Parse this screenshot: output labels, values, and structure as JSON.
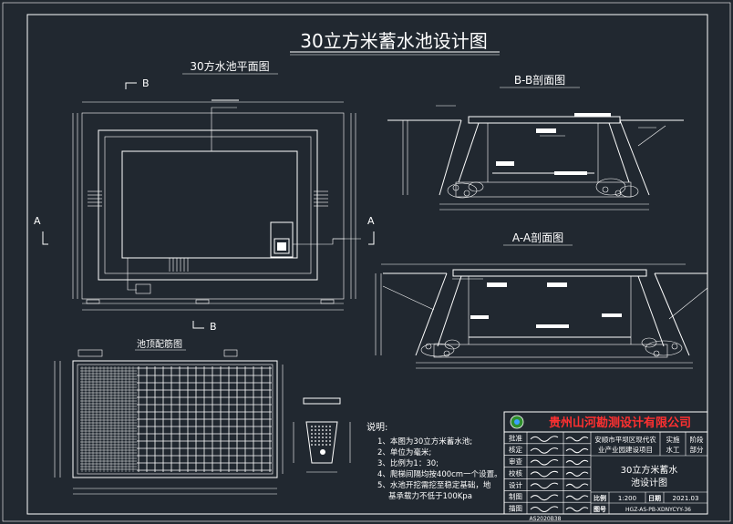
{
  "drawing": {
    "title": "30立方米蓄水池设计图",
    "plan_title": "30方水池平面图",
    "section_bb_title": "B-B剖面图",
    "section_aa_title": "A-A剖面图",
    "cover_title": "池顶配筋图",
    "marker_a": "A",
    "marker_b": "B"
  },
  "notes": {
    "heading": "说明:",
    "items": [
      "1、本图为30立方米蓄水池;",
      "2、单位为毫米;",
      "3、比例为1：30;",
      "4、爬梯间隔均按400cm一个设置。",
      "5、水池开挖需挖至稳定基础，地",
      "基承载力不低于100Kpa"
    ]
  },
  "title_block": {
    "company": "贵州山河勘测设计有限公司",
    "roles": [
      "批准",
      "核定",
      "审查",
      "校核",
      "设计",
      "制图",
      "描图"
    ],
    "project": "安顺市平坝区现代农业产业园建设项目",
    "project_line1": "安顺市平坝区现代农",
    "project_line2": "业产业园建设项目",
    "stage_label": "实施",
    "stage_value": "阶段",
    "spec_label": "水工",
    "spec_value": "部分",
    "drawing_name": "30立方米蓄水池设计图",
    "drawing_name_line1": "30立方米蓄水",
    "drawing_name_line2": "池设计图",
    "scale_label": "比例",
    "scale_value": "1:200",
    "date_label": "日期",
    "date_value": "2021.03",
    "sheet_label": "图号",
    "sheet_value": "HGZ-AS-PB-XDNYCYY-36",
    "project_no": "AS2020B38",
    "accent": "#ff3030"
  }
}
